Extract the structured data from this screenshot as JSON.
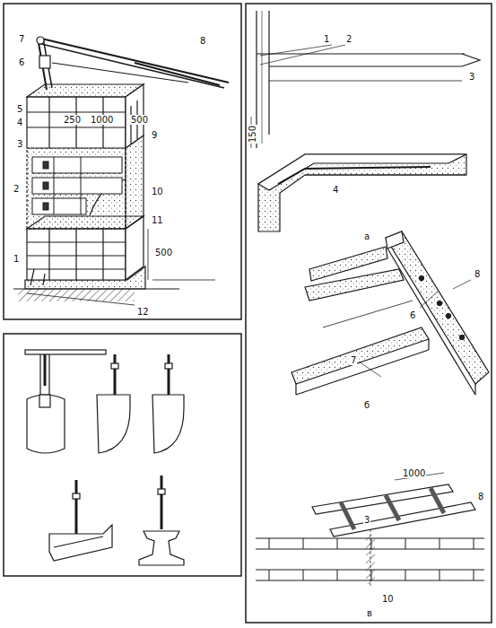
{
  "diagram": {
    "labels": [
      "7",
      "6",
      "8",
      "5",
      "4",
      "3",
      "250",
      "1000",
      "500",
      "9",
      "2",
      "10",
      "11",
      "1",
      "500",
      "12",
      "1",
      "2",
      "3",
      "150",
      "4",
      "а",
      "6",
      "8",
      "7",
      "б",
      "1000",
      "8",
      "3",
      "10",
      "в"
    ]
  }
}
